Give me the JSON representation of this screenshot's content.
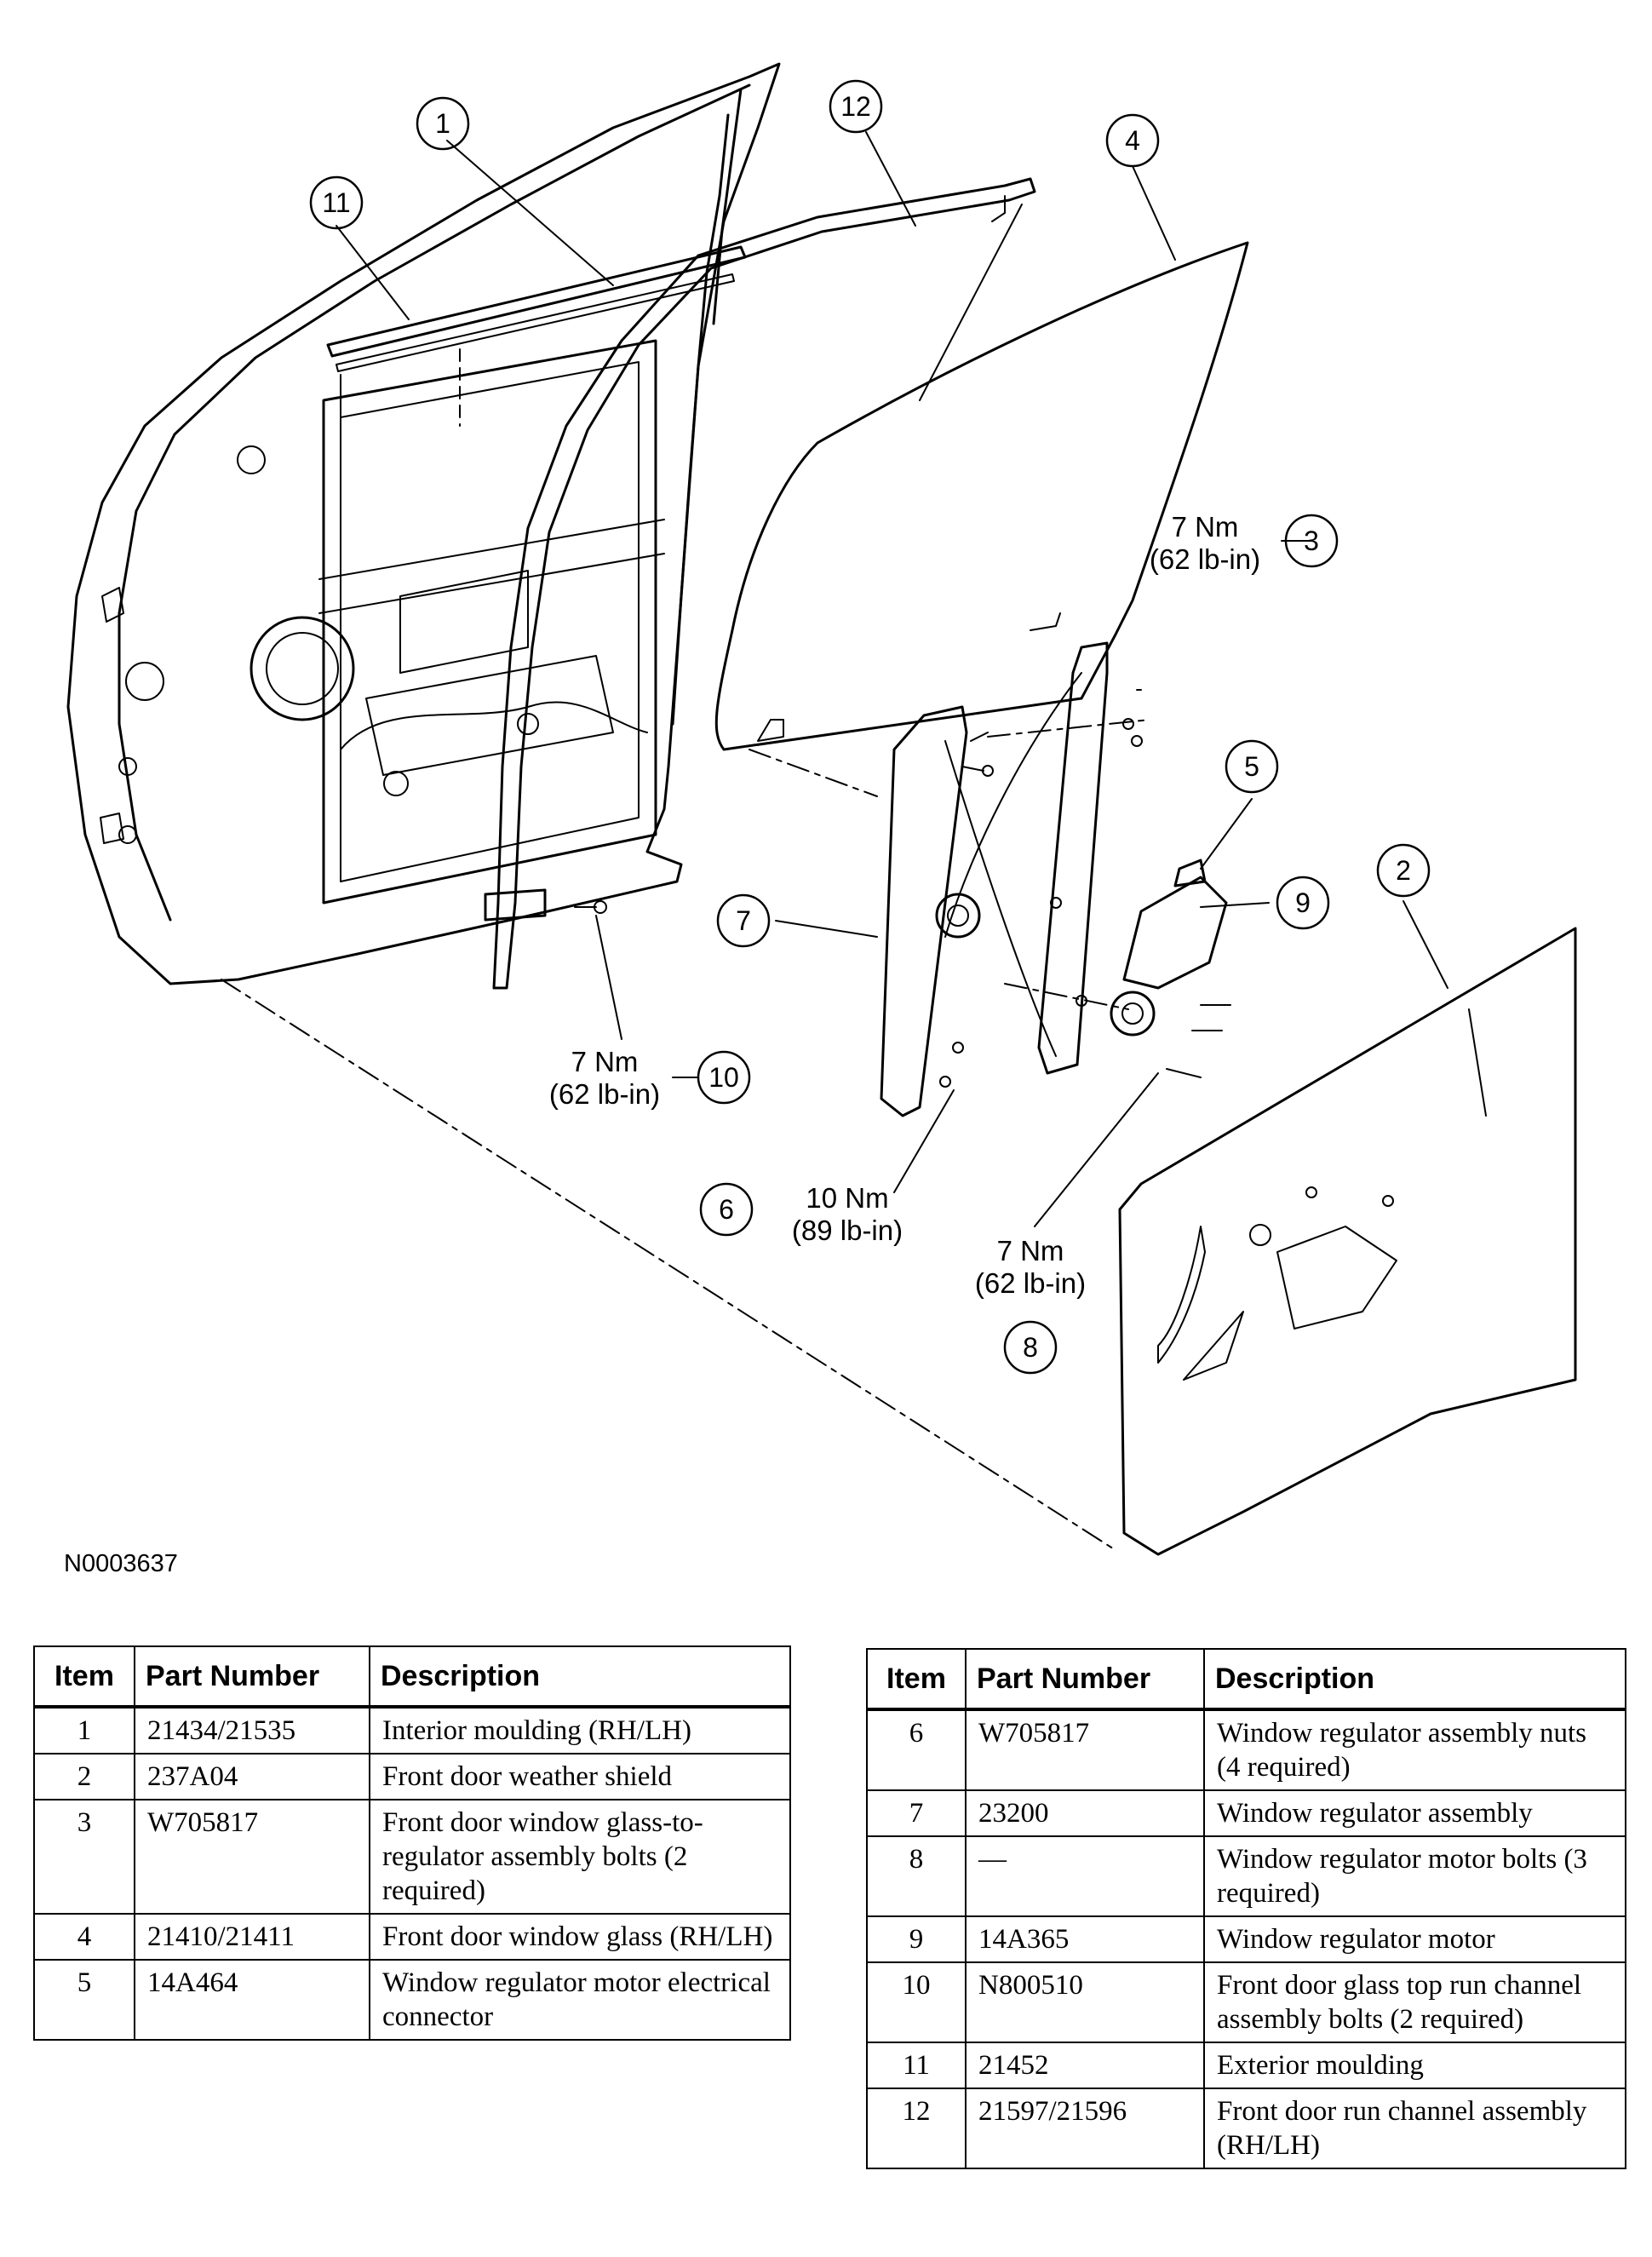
{
  "figure_id": "N0003637",
  "callouts": [
    {
      "num": "1"
    },
    {
      "num": "2"
    },
    {
      "num": "3"
    },
    {
      "num": "4"
    },
    {
      "num": "5"
    },
    {
      "num": "6"
    },
    {
      "num": "7"
    },
    {
      "num": "8"
    },
    {
      "num": "9"
    },
    {
      "num": "10"
    },
    {
      "num": "11"
    },
    {
      "num": "12"
    }
  ],
  "torque_labels": {
    "t3": {
      "line1": "7 Nm",
      "line2": "(62 lb-in)"
    },
    "t10": {
      "line1": "7 Nm",
      "line2": "(62 lb-in)"
    },
    "t6": {
      "line1": "10 Nm",
      "line2": "(89 lb-in)"
    },
    "t8": {
      "line1": "7 Nm",
      "line2": "(62 lb-in)"
    }
  },
  "table_headers": {
    "item": "Item",
    "part_number": "Part Number",
    "description": "Description"
  },
  "parts_left": [
    {
      "item": "1",
      "part": "21434/21535",
      "desc": "Interior moulding (RH/LH)"
    },
    {
      "item": "2",
      "part": "237A04",
      "desc": "Front door weather shield"
    },
    {
      "item": "3",
      "part": "W705817",
      "desc": "Front door window glass-to-regulator assembly bolts (2 required)"
    },
    {
      "item": "4",
      "part": "21410/21411",
      "desc": "Front door window glass (RH/LH)"
    },
    {
      "item": "5",
      "part": "14A464",
      "desc": "Window regulator motor electrical connector"
    }
  ],
  "parts_right": [
    {
      "item": "6",
      "part": "W705817",
      "desc": "Window regulator assembly nuts (4 required)"
    },
    {
      "item": "7",
      "part": "23200",
      "desc": "Window regulator assembly"
    },
    {
      "item": "8",
      "part": "—",
      "desc": "Window regulator motor bolts (3 required)"
    },
    {
      "item": "9",
      "part": "14A365",
      "desc": "Window regulator motor"
    },
    {
      "item": "10",
      "part": "N800510",
      "desc": "Front door glass top run channel assembly bolts (2 required)"
    },
    {
      "item": "11",
      "part": "21452",
      "desc": "Exterior moulding"
    },
    {
      "item": "12",
      "part": "21597/21596",
      "desc": "Front door run channel assembly (RH/LH)"
    }
  ]
}
